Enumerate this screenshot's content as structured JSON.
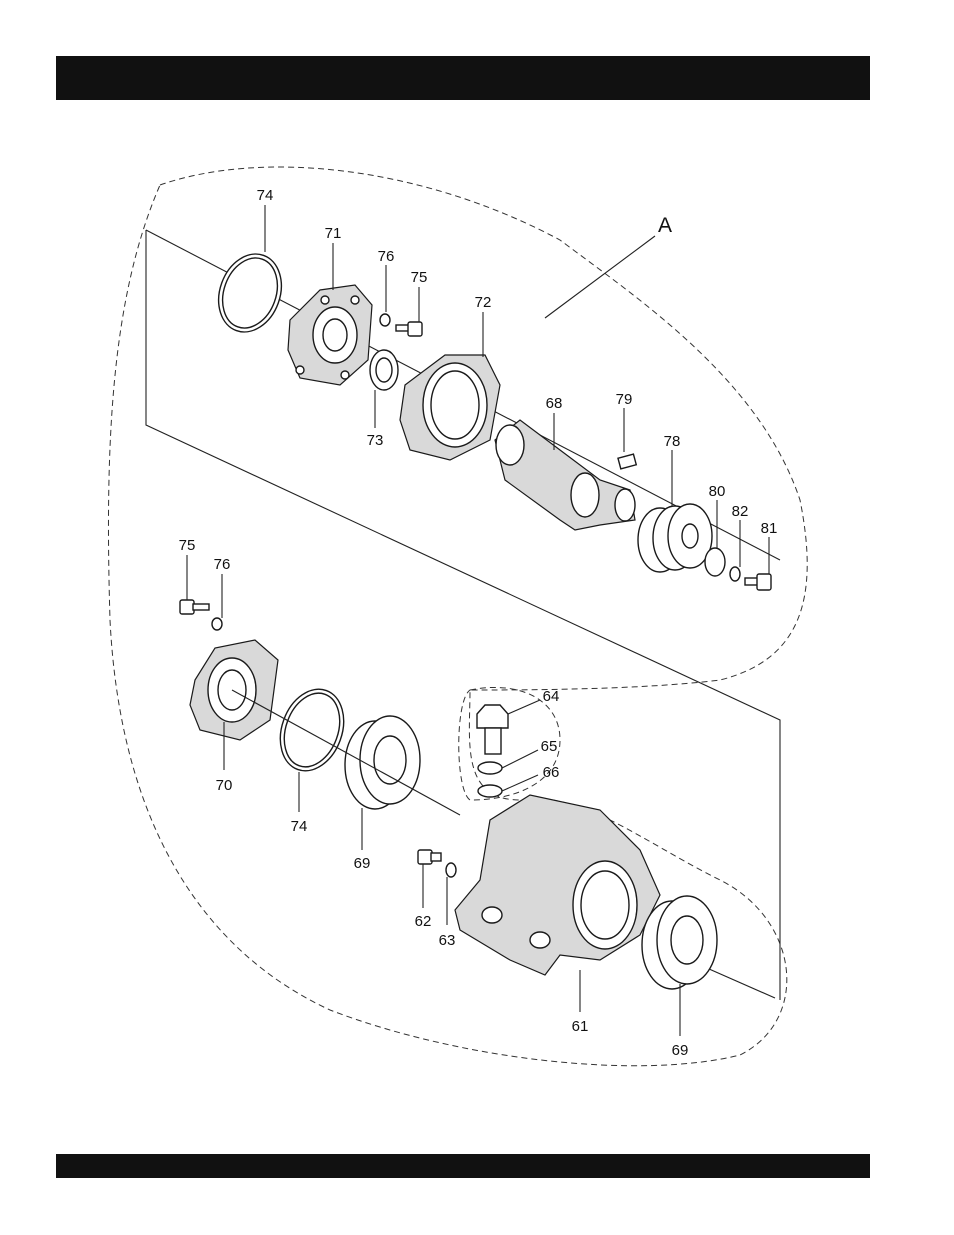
{
  "header": {
    "title": ""
  },
  "footer": {
    "text": ""
  },
  "diagram": {
    "assembly_label": "A",
    "callouts": [
      {
        "id": "c74a",
        "text": "74"
      },
      {
        "id": "c71",
        "text": "71"
      },
      {
        "id": "c76a",
        "text": "76"
      },
      {
        "id": "c75a",
        "text": "75"
      },
      {
        "id": "c72",
        "text": "72"
      },
      {
        "id": "c73",
        "text": "73"
      },
      {
        "id": "c68",
        "text": "68"
      },
      {
        "id": "c79",
        "text": "79"
      },
      {
        "id": "c78",
        "text": "78"
      },
      {
        "id": "c80",
        "text": "80"
      },
      {
        "id": "c82",
        "text": "82"
      },
      {
        "id": "c81",
        "text": "81"
      },
      {
        "id": "c75b",
        "text": "75"
      },
      {
        "id": "c76b",
        "text": "76"
      },
      {
        "id": "c70",
        "text": "70"
      },
      {
        "id": "c74b",
        "text": "74"
      },
      {
        "id": "c69a",
        "text": "69"
      },
      {
        "id": "c64",
        "text": "64"
      },
      {
        "id": "c65",
        "text": "65"
      },
      {
        "id": "c66",
        "text": "66"
      },
      {
        "id": "c62",
        "text": "62"
      },
      {
        "id": "c63",
        "text": "63"
      },
      {
        "id": "c61",
        "text": "61"
      },
      {
        "id": "c69b",
        "text": "69"
      }
    ]
  }
}
